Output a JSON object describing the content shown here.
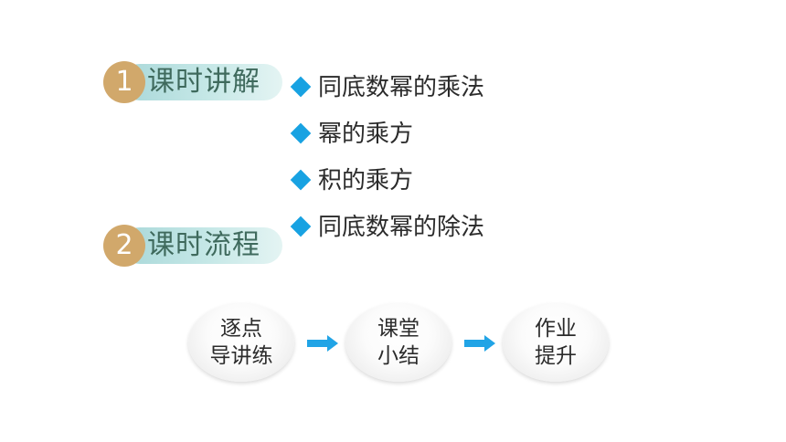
{
  "sections": [
    {
      "number": "1",
      "title": "课时讲解"
    },
    {
      "number": "2",
      "title": "课时流程"
    }
  ],
  "bullets": [
    "同底数幂的乘法",
    "幂的乘方",
    "积的乘方",
    "同底数幂的除法"
  ],
  "flow": [
    {
      "line1": "逐点",
      "line2": "导讲练"
    },
    {
      "line1": "课堂",
      "line2": "小结"
    },
    {
      "line1": "作业",
      "line2": "提升"
    }
  ],
  "colors": {
    "number_badge": "#d1a86b",
    "pill": "#c6e8e7",
    "section_title": "#3f6a5d",
    "bullet_diamond": "#18a2e2",
    "arrow": "#21a4e6"
  },
  "icons": {
    "bullet": "diamond-icon",
    "flow_connector": "arrow-right-icon"
  }
}
